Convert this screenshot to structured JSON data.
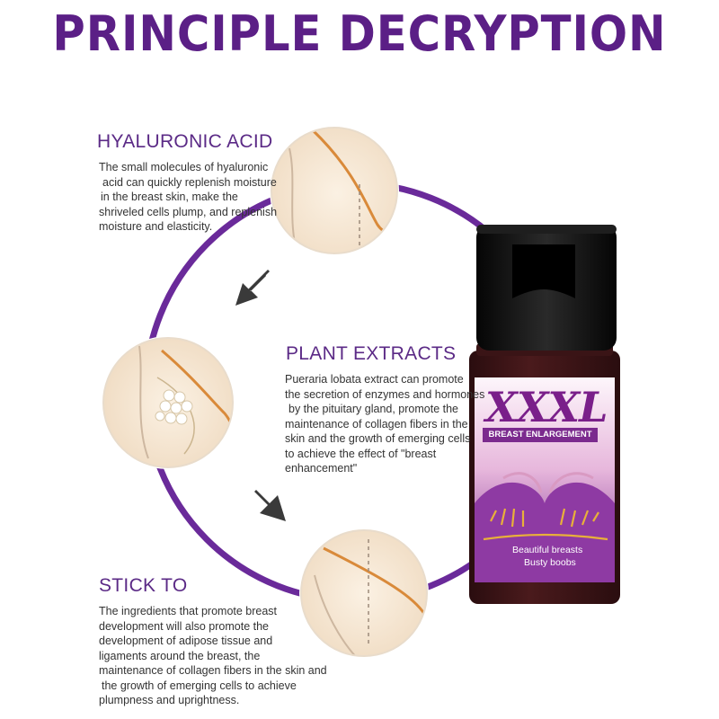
{
  "title": "PRINCIPLE DECRYPTION",
  "sections": [
    {
      "heading": "HYALURONIC ACID",
      "lines": [
        "The small molecules of hyaluronic",
        "acid can quickly replenish moisture",
        "in the breast skin, make the",
        "shriveled cells plump, and replenish",
        "moisture and elasticity."
      ]
    },
    {
      "heading": "PLANT EXTRACTS",
      "lines": [
        "Pueraria lobata extract can promote",
        "the secretion of enzymes and hormones",
        "by the pituitary gland, promote the",
        "maintenance of collagen fibers in the",
        "skin and the growth of emerging cells",
        "to achieve the effect of \"breast",
        "enhancement\""
      ]
    },
    {
      "heading": "STICK TO",
      "lines": [
        "The ingredients that promote breast",
        "development will also promote the",
        "development of adipose tissue and",
        "ligaments around the breast, the",
        "maintenance of collagen fibers in the skin and",
        "the growth of emerging cells to achieve",
        "plumpness and uprightness."
      ]
    }
  ],
  "product": {
    "brand": "XXXL",
    "subtitle": "BREAST ENLARGEMENT",
    "tagline_1": "Beautiful breasts",
    "tagline_2": "Busty boobs"
  },
  "colors": {
    "accent": "#5b1f86",
    "ring": "#6a2a9a",
    "skin": "#f6e7d3",
    "bottle_purple": "#8e3aa3",
    "cap": "#111111"
  },
  "icons": [
    "arrow-down-left-icon",
    "arrow-down-right-icon"
  ]
}
